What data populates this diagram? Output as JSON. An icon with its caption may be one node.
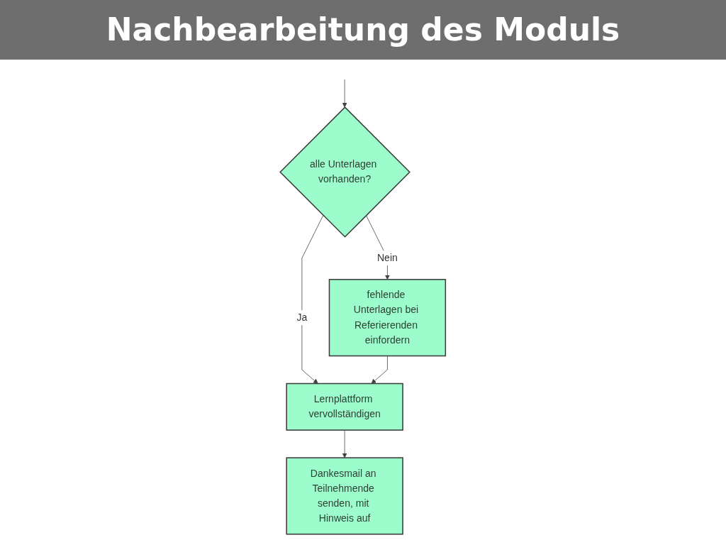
{
  "diagram": {
    "title": "Nachbearbeitung des Moduls",
    "nodes": [
      {
        "text": [
          "alle Unterlagen vorhanden?"
        ]
      },
      {
        "text": [
          "fehlende Unterlagen bei Referierenden einfordern"
        ]
      },
      {
        "text": [
          "Lernplattform vervollständigen"
        ]
      },
      {
        "text": [
          "Dankesmail an Teilnehmende senden, mit Hinweis auf"
        ]
      }
    ],
    "edges": [
      {
        "from": null,
        "to": 0,
        "arrow": "to"
      },
      {
        "from": 0,
        "to": 1,
        "arrow": "to",
        "label": "Nein"
      },
      {
        "from": 0,
        "to": 2,
        "arrow": "to",
        "label": "Ja"
      },
      {
        "from": 1,
        "to": 2,
        "arrow": "to"
      },
      {
        "from": 2,
        "to": 3,
        "arrow": "to"
      }
    ]
  }
}
